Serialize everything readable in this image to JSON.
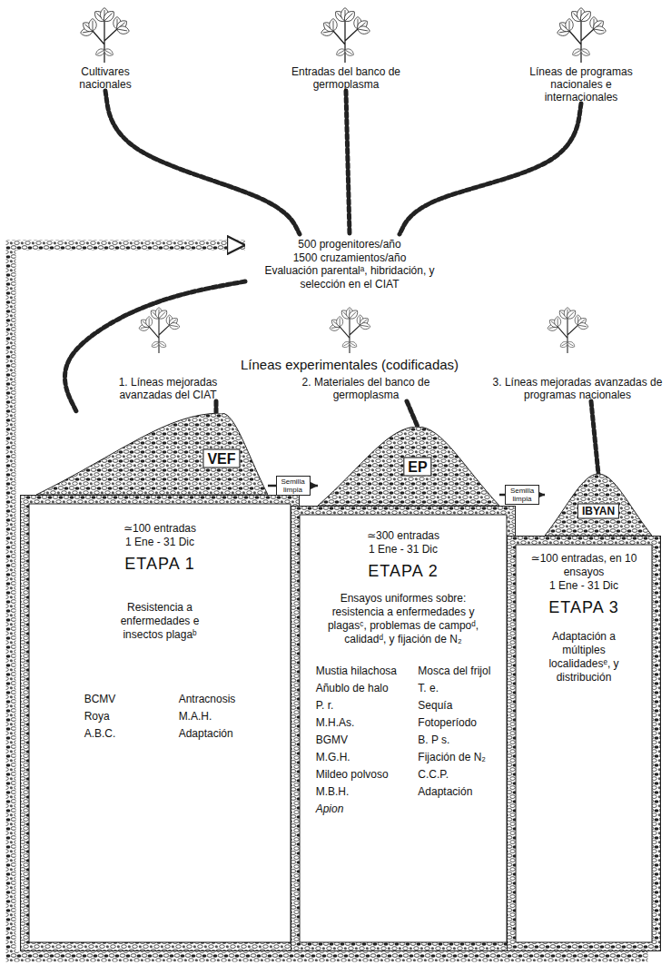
{
  "diagram": {
    "nodes": [
      {
        "text": [
          "Cultivares nacionales"
        ]
      },
      {
        "text": [
          "Entradas del banco de germoplasma"
        ]
      },
      {
        "text": [
          "Líneas de programas nacionales e internacionales"
        ]
      },
      {
        "text": [
          "500 progenitores/año",
          "1500 cruzamientos/año",
          "Evaluación parentalᵃ, hibridación, y selección en el CIAT"
        ]
      },
      {
        "text": [
          "1. Líneas mejoradas avanzadas del CIAT"
        ]
      },
      {
        "text": [
          "2. Materiales del banco de germoplasma"
        ]
      },
      {
        "text": [
          "3. Líneas mejoradas avanzadas de programas nacionales"
        ]
      },
      {
        "text": [
          "VEF"
        ]
      },
      {
        "text": [
          "EP"
        ]
      },
      {
        "text": [
          "IBYAN"
        ]
      },
      {
        "text": [
          "≃100 entradas",
          "1 Ene - 31 Dic",
          "ETAPA 1",
          "Resistencia a enfermedades e insectos plagaᵇ",
          "BCMV",
          "Roya",
          "A.B.C.",
          "Antracnosis",
          "M.A.H.",
          "Adaptación"
        ]
      },
      {
        "text": [
          "≃300 entradas",
          "1 Ene - 31 Dic",
          "ETAPA 2",
          "Ensayos uniformes sobre: resistencia a enfermedades y plagasᶜ, problemas de campoᵈ, calidadᵈ, y fijación de N₂",
          "Mustia hilachosa",
          "Añublo de halo",
          "P. r.",
          "M.H.As.",
          "BGMV",
          "M.G.H.",
          "Mildeo polvoso",
          "M.B.H.",
          "Apion",
          "Mosca del frijol",
          "T. e.",
          "Sequía",
          "Fotoperíodo",
          "B. P s.",
          "Fijación de N₂",
          "C.C.P.",
          "Adaptación"
        ]
      },
      {
        "text": [
          "≃100 entradas, en 10 ensayos",
          "1 Ene - 31 Dic",
          "ETAPA 3",
          "Adaptación a múltiples localidadesᵉ, y distribución"
        ]
      }
    ],
    "edges": [
      {
        "from": 0,
        "to": 3,
        "arrow": "none"
      },
      {
        "from": 1,
        "to": 3,
        "arrow": "none"
      },
      {
        "from": 2,
        "to": 3,
        "arrow": "none"
      },
      {
        "from": 3,
        "to": 7,
        "arrow": "none"
      },
      {
        "from": 4,
        "to": 7,
        "arrow": "none"
      },
      {
        "from": 5,
        "to": 8,
        "arrow": "none"
      },
      {
        "from": 6,
        "to": 9,
        "arrow": "none"
      },
      {
        "from": 7,
        "to": 8,
        "arrow": "to",
        "label": "Semilla limpia"
      },
      {
        "from": 8,
        "to": 9,
        "arrow": "to",
        "label": "Semilla limpia"
      },
      {
        "from": 12,
        "to": 3,
        "arrow": "to"
      }
    ],
    "labels": [
      "Líneas experimentales (codificadas)"
    ]
  }
}
